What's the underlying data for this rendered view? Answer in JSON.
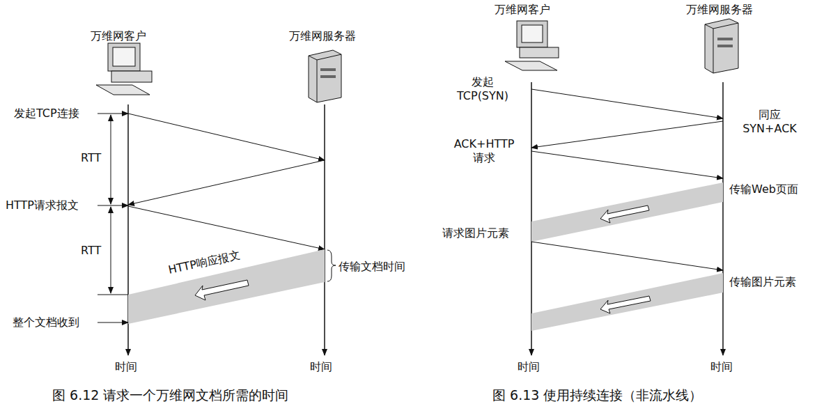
{
  "diagram": {
    "labels": [
      "万维网客户",
      "万维网服务器",
      "发起TCP连接",
      "RTT",
      "HTTP请求报文",
      "RTT",
      "HTTP响应报文",
      "传输文档时间",
      "整个文档收到",
      "时间",
      "时间",
      "图 6.12 请求一个万维网文档所需的时间",
      "万维网客户",
      "万维网服务器",
      "发起 TCP(SYN)",
      "同应 SYN+ACK",
      "ACK+HTTP 请求",
      "传输Web页面",
      "请求图片元素",
      "传输图片元素",
      "时间",
      "时间",
      "图 6.13 使用持续连接（非流水线）"
    ]
  }
}
